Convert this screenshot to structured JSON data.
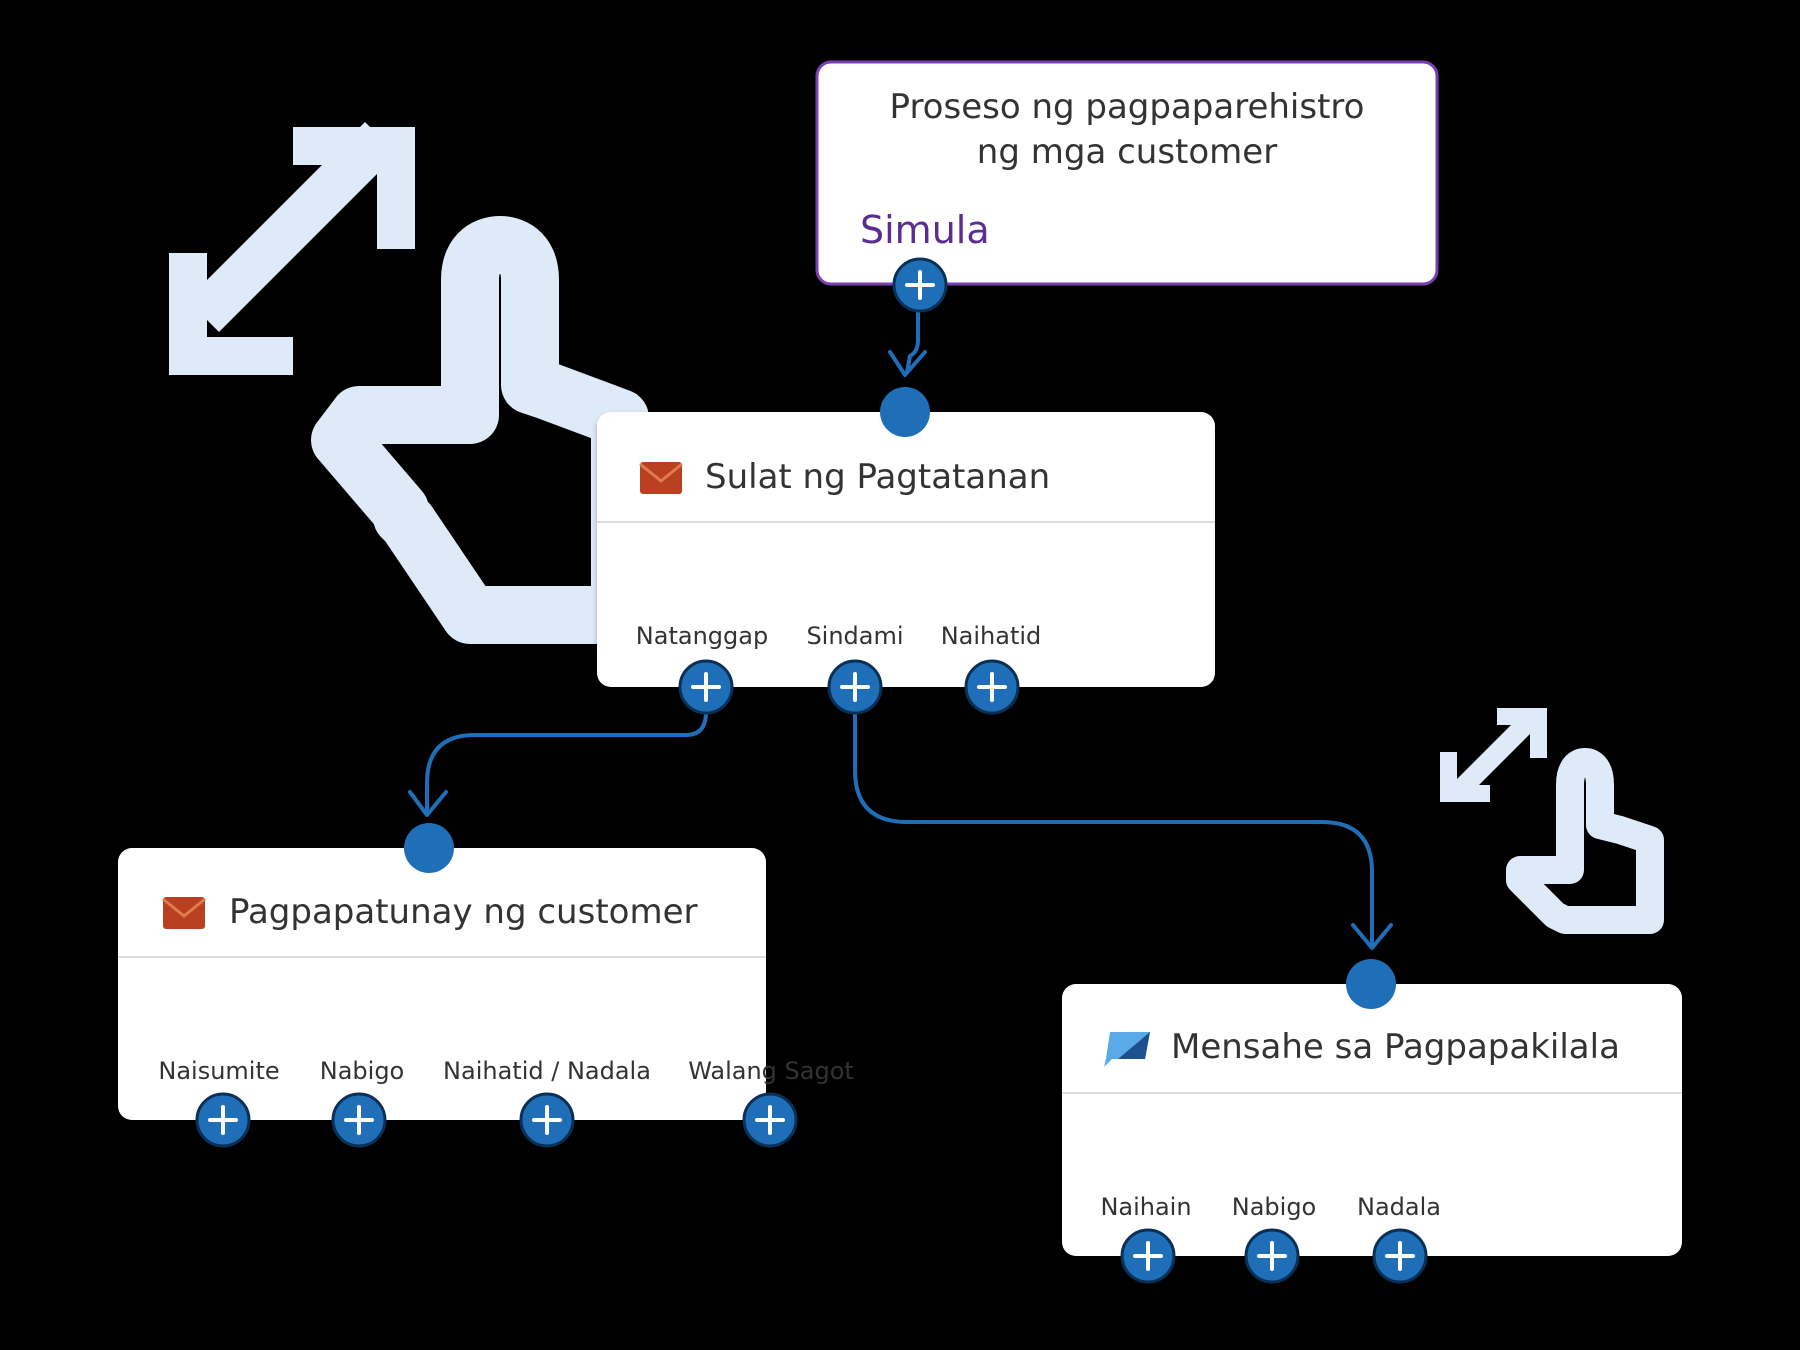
{
  "start_node": {
    "title_line1": "Proseso ng pagpaparehistro",
    "title_line2": "ng mga customer",
    "start_label": "Simula"
  },
  "nodes": [
    {
      "id": "welcome-letter",
      "title": "Sulat ng Pagtatanan",
      "icon": "envelope-icon",
      "outcomes": [
        "Natanggap",
        "Sindami",
        "Naihatid"
      ]
    },
    {
      "id": "customer-confirmation",
      "title": "Pagpapatunay ng customer",
      "icon": "envelope-icon",
      "outcomes": [
        "Naisumite",
        "Nabigo",
        "Naihatid / Nadala",
        "Walang Sagot"
      ]
    },
    {
      "id": "intro-message",
      "title": "Mensahe sa Pagpapakilala",
      "icon": "chat-bubble-icon",
      "outcomes": [
        "Naihain",
        "Nabigo",
        "Nadala"
      ]
    }
  ],
  "connections": [
    {
      "from": "start",
      "to": "welcome-letter"
    },
    {
      "from": "welcome-letter.Natanggap",
      "to": "customer-confirmation"
    },
    {
      "from": "welcome-letter.Sindami",
      "to": "intro-message"
    }
  ],
  "colors": {
    "port": "#1f6fb8",
    "connector": "#1f6fb8",
    "start_border": "#7a3fb2",
    "start_label": "#5b2d91",
    "envelope": "#b94020",
    "chat": "#1f6fb8",
    "gesture_icon": "#deeaf7",
    "card_bg": "#ffffff",
    "text": "#333333"
  },
  "decor_icons": [
    "resize-arrows-icon",
    "pointing-hand-icon"
  ]
}
